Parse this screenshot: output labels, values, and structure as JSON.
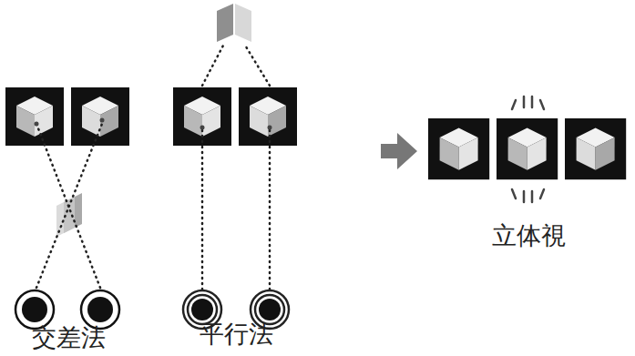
{
  "diagram": {
    "labels": [
      "交差法",
      "平行法",
      "立体視"
    ]
  }
}
